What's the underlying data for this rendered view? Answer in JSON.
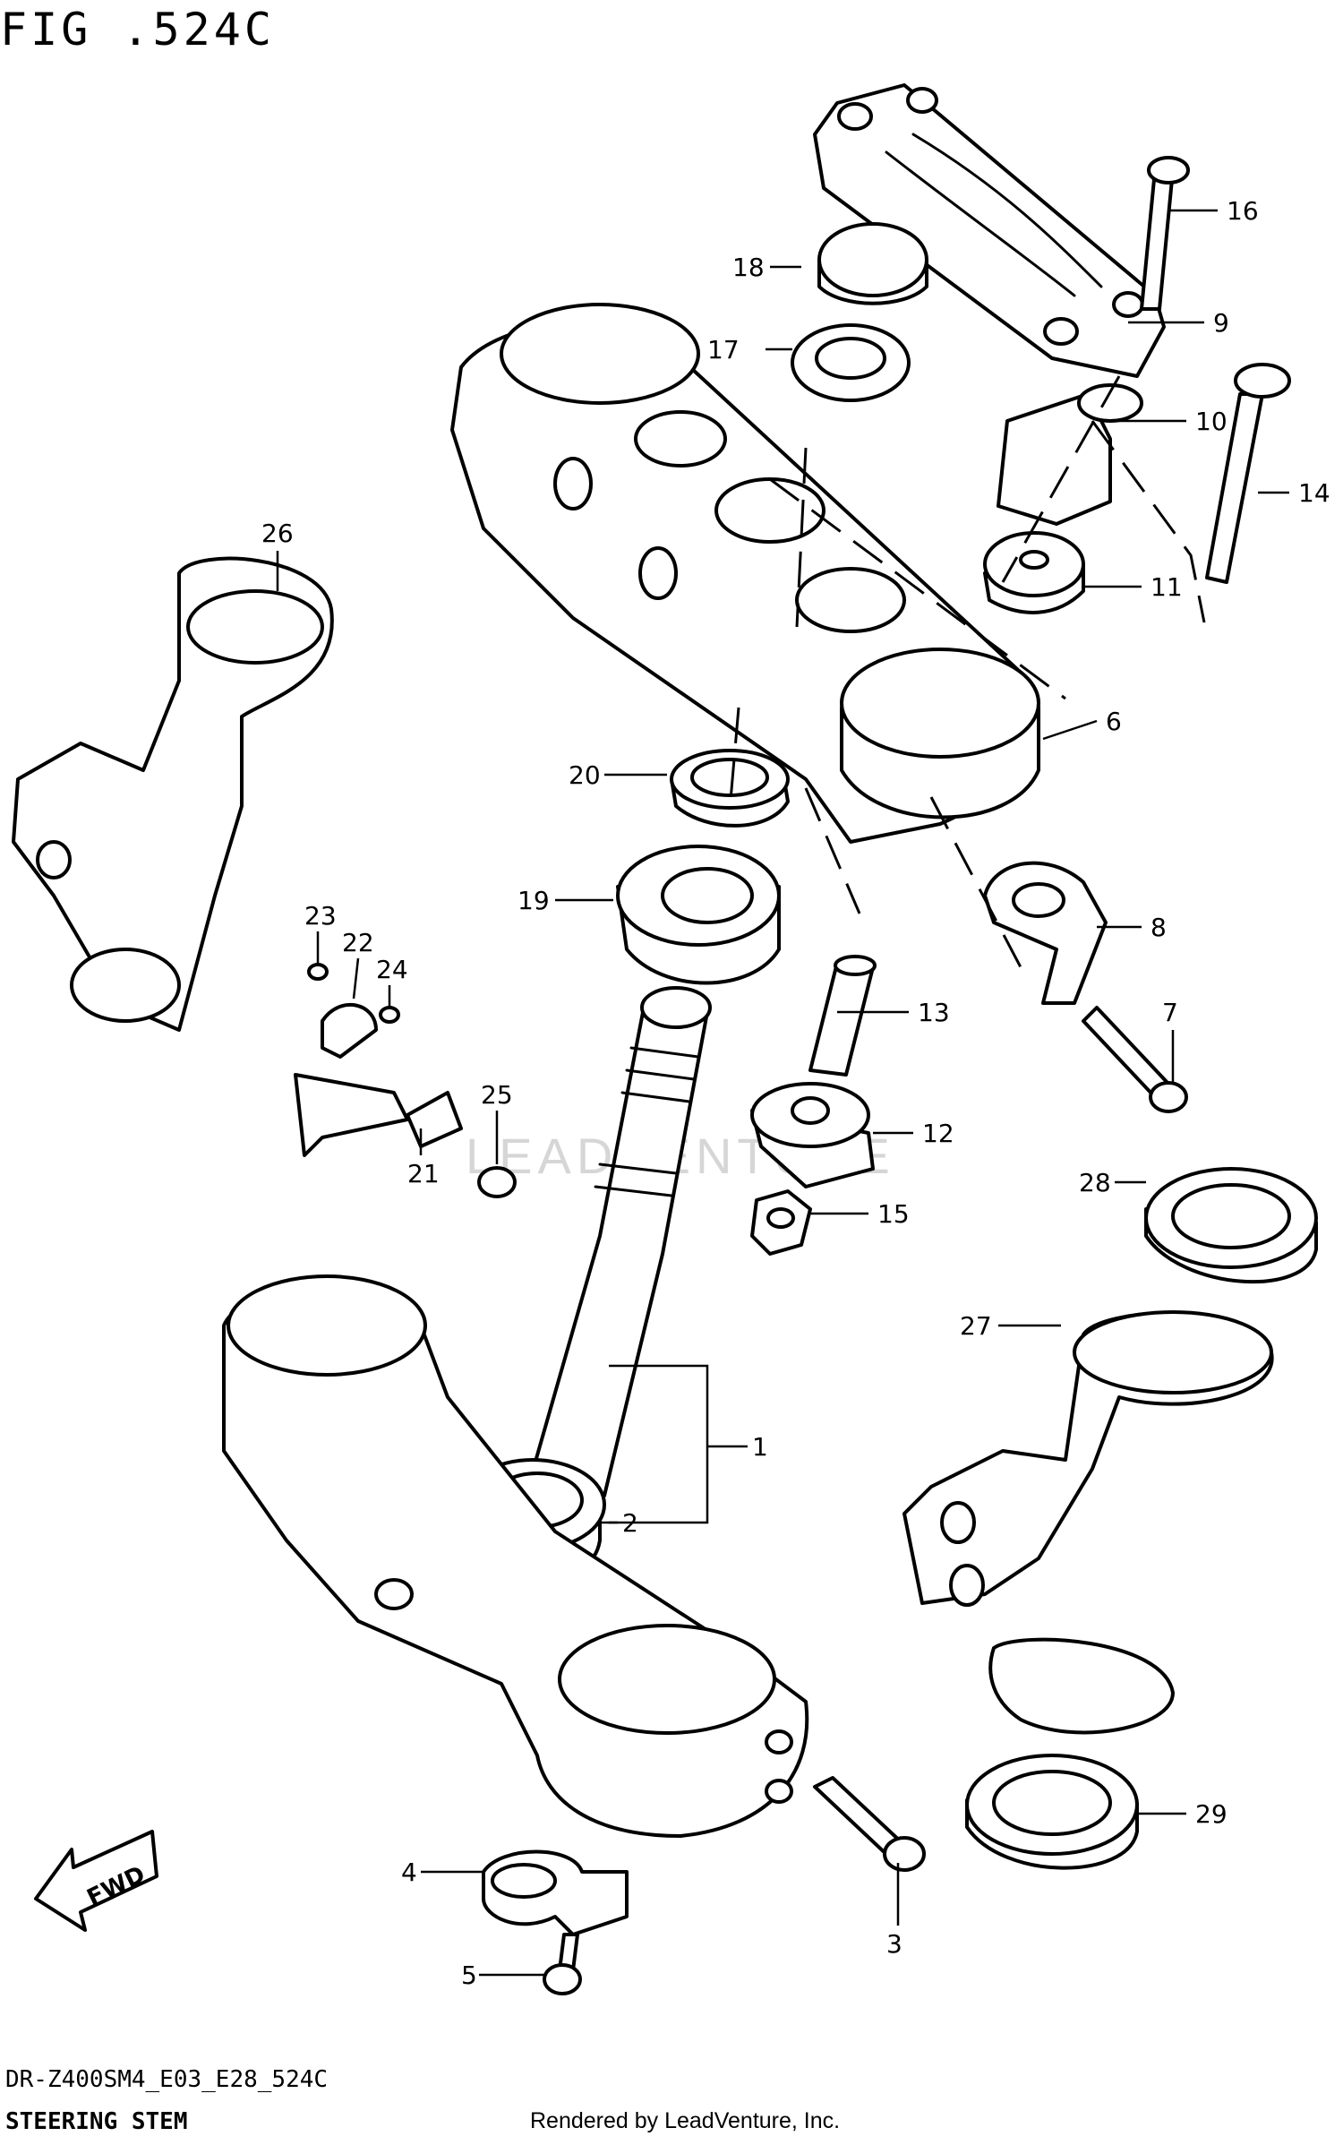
{
  "header": {
    "title": "FIG .524C"
  },
  "footer": {
    "code": "DR-Z400SM4_E03_E28_524C",
    "subtitle": "STEERING STEM",
    "rendered_by": "Rendered by LeadVenture, Inc."
  },
  "watermark": "LEADVENTURE",
  "callouts": [
    "1",
    "2",
    "3",
    "4",
    "5",
    "6",
    "7",
    "8",
    "9",
    "10",
    "11",
    "12",
    "13",
    "14",
    "15",
    "16",
    "17",
    "18",
    "19",
    "20",
    "21",
    "22",
    "23",
    "24",
    "25",
    "26",
    "27",
    "28",
    "29"
  ],
  "fwd_label": "FWD"
}
